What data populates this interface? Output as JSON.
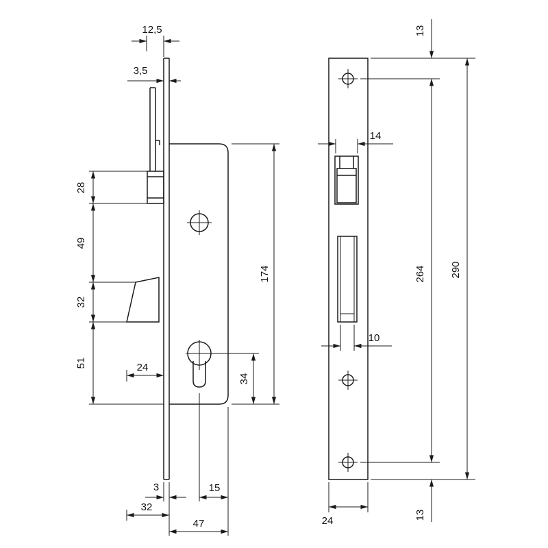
{
  "page": {
    "background": "#ffffff",
    "line_color": "#1a1a1a",
    "content": "technical dimensioned drawing of a narrow-stile mortise lock: side view of lock case with faceplate and euro cylinder cutout (left), front view of faceplate with screw holes and latch opening (right)"
  },
  "side_view": {
    "name": "lock case side view",
    "dims": {
      "latch_protrusion": "12,5",
      "plate_thickness": "3,5",
      "latch_height": "28",
      "latch_to_hook": "49",
      "hook_height": "32",
      "hook_to_bottom": "51",
      "hook_depth": "24",
      "case_height": "174",
      "cylinder_to_bottom": "34",
      "plate_thickness_bottom": "3",
      "reach": "32",
      "cylinder_to_back": "15",
      "case_depth": "47"
    }
  },
  "front_view": {
    "name": "faceplate front view",
    "dims": {
      "latch_width": "14",
      "slot_width": "10",
      "screw_hole_spacing": "264",
      "plate_height": "290",
      "top_edge_to_hole": "13",
      "bottom_edge_to_hole": "13",
      "plate_width": "24"
    }
  }
}
